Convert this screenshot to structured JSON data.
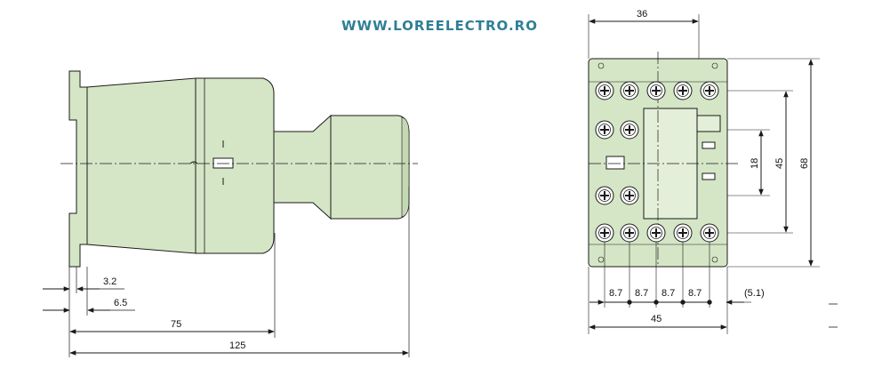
{
  "watermark": "WWW.LOREELECTRO.RO",
  "colors": {
    "body_fill": "#d5e6c6",
    "body_fill_light": "#e3efd8",
    "line": "#1a1a1a",
    "watermark": "#2f7f96"
  },
  "side_view": {
    "dims": {
      "d_3_2": "3.2",
      "d_6_5": "6.5",
      "d_75": "75",
      "d_125": "125"
    }
  },
  "front_view": {
    "dims": {
      "width_top": "36",
      "pitch": [
        "8.7",
        "8.7",
        "8.7",
        "8.7"
      ],
      "offset": "(5.1)",
      "width_bottom": "45",
      "h_18": "18",
      "h_45": "45",
      "h_68": "68"
    }
  }
}
